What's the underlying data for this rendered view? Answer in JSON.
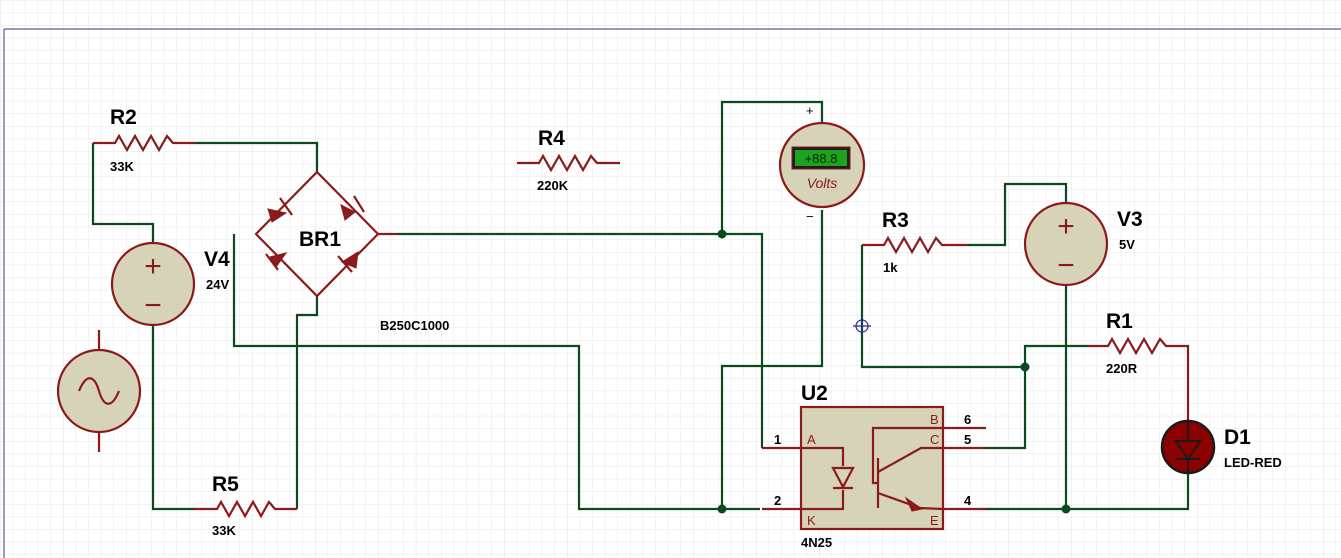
{
  "components": {
    "r2": {
      "ref": "R2",
      "value": "33K"
    },
    "r4": {
      "ref": "R4",
      "value": "220K"
    },
    "r3": {
      "ref": "R3",
      "value": "1k"
    },
    "r1": {
      "ref": "R1",
      "value": "220R"
    },
    "r5": {
      "ref": "R5",
      "value": "33K"
    },
    "v4": {
      "ref": "V4",
      "value": "24V"
    },
    "v3": {
      "ref": "V3",
      "value": "5V"
    },
    "br1": {
      "ref": "BR1",
      "value": "B250C1000"
    },
    "d1": {
      "ref": "D1",
      "value": "LED-RED"
    },
    "u2": {
      "ref": "U2",
      "value": "4N25"
    },
    "voltmeter": {
      "display": "+88.8",
      "unit": "Volts",
      "plus": "+",
      "minus": "−"
    }
  },
  "u2_pins": {
    "p1": "1",
    "p2": "2",
    "p4": "4",
    "p5": "5",
    "p6": "6",
    "a": "A",
    "k": "K",
    "b": "B",
    "c": "C",
    "e": "E"
  },
  "source_symbols": {
    "plus": "+",
    "minus": "−"
  },
  "colors": {
    "wire": "#0b4b1b",
    "component": "#8b1a1a",
    "body_fill": "#d6d3b9",
    "led": "#8b0000",
    "grid": "#e4e4e4"
  }
}
